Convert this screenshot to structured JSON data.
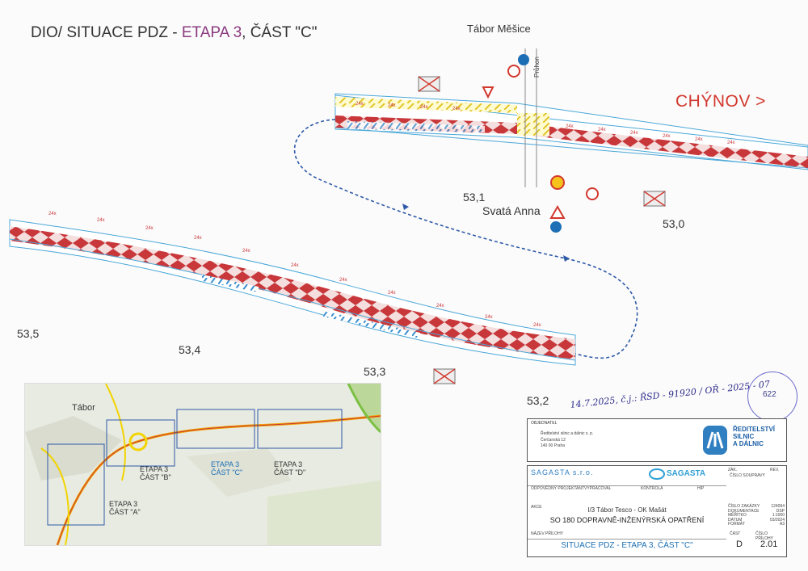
{
  "header": {
    "title_prefix": "DIO/ SITUACE PDZ - ",
    "title_etapa": "ETAPA 3",
    "title_suffix": ",   ČÁST \"C\""
  },
  "places": {
    "tabor_mesice": "Tábor Měšice",
    "svata_anna": "Svatá Anna",
    "chynov": "CHÝNOV >",
    "pruhon": "Průhon"
  },
  "chainage": {
    "km_53_1": "53,1",
    "km_53_0": "53,0",
    "km_53_5": "53,5",
    "km_53_4": "53,4",
    "km_53_3": "53,3",
    "km_53_2": "53,2"
  },
  "inset_map": {
    "city": "Tábor",
    "parts": [
      {
        "label1": "ETAPA 3",
        "label2": "ČÁST \"A\""
      },
      {
        "label1": "ETAPA 3",
        "label2": "ČÁST \"B\""
      },
      {
        "label1": "ETAPA 3",
        "label2": "ČÁST \"C\""
      },
      {
        "label1": "ETAPA 3",
        "label2": "ČÁST \"D\""
      }
    ]
  },
  "handwritten_note": "14.7.2025, č.j.: ŘSD - 91920 / OŘ - 2025 - 07",
  "stamp_number": "622",
  "title_block": {
    "client_label": "OBJEDNATEL",
    "client_name": "Ředitelství silnic a dálnic s. p.",
    "client_address1": "Čerčanská 12",
    "client_address2": "140 00 Praha",
    "rsd_logo_text": "ŘEDITELSTVÍ\nSILNIC\nA DÁLNIC",
    "rsd_line1": "ŘEDITELSTVÍ",
    "rsd_line2": "SILNIC",
    "rsd_line3": "A DÁLNIC",
    "company": "SAGASTA s.r.o.",
    "company_logo": "SAGASTA",
    "role_headers": [
      "ODPOVĚDNÝ PROJEKTANT",
      "VYPRACOVAL",
      "KONTROLA",
      "HIP"
    ],
    "stavba_label": "AKCE",
    "stavba": "I/3 Tábor Tesco - OK Mašát",
    "objekt": "SO 180 DOPRAVNĚ-INŽENÝRSKÁ OPATŘENÍ",
    "drawing_name_label": "NÁZEV PŘÍLOHY",
    "drawing_name": "SITUACE PDZ - ETAPA 3, ČÁST \"C\"",
    "meta_labels": [
      "ČÍSLO ZAKÁZKY",
      "DOKUMENTACE",
      "MĚŘÍTKO",
      "DATUM",
      "FORMÁT"
    ],
    "meta_values": [
      "124094",
      "DSP",
      "1:1000",
      "03/2024",
      "A3"
    ],
    "part_label": "ČÁST",
    "sheet_label": "ČÍSLO PŘÍLOHY",
    "part_value": "D",
    "sheet_value": "2.01",
    "sheet_small": "ČÍSLO SOUPRAVY",
    "zak_label": "ZÁK.",
    "rev_label": "REV."
  }
}
